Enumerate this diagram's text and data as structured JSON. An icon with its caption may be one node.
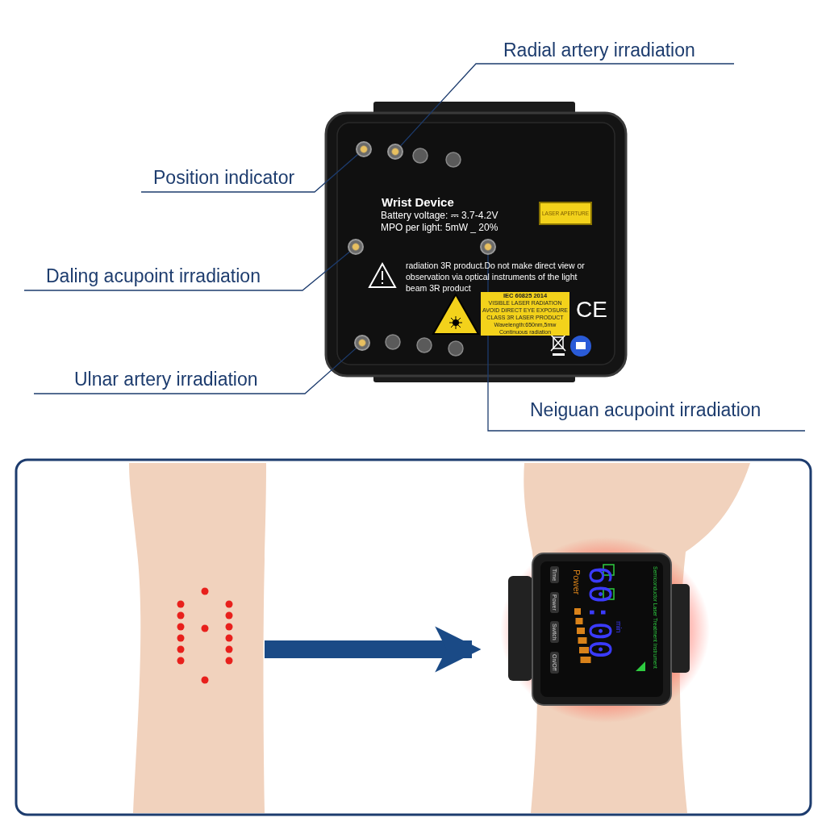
{
  "diagram": {
    "nodes": [
      {
        "text": [
          "Radial artery irradiation"
        ]
      },
      {
        "text": [
          "Position indicator"
        ]
      },
      {
        "text": [
          "Daling acupoint irradiation"
        ]
      },
      {
        "text": [
          "Ulnar artery irradiation"
        ]
      },
      {
        "text": [
          "Neiguan acupoint irradiation"
        ]
      },
      {
        "text": [],
        "shape": "circle"
      },
      {
        "text": [],
        "shape": "circle"
      },
      {
        "text": [],
        "shape": "circle"
      },
      {
        "text": [],
        "shape": "circle"
      },
      {
        "text": [],
        "shape": "circle"
      },
      {
        "text": [],
        "shape": "picture"
      },
      {
        "text": [],
        "shape": "picture"
      }
    ],
    "edges": [
      {
        "from": 0,
        "to": 5,
        "arrow": "none"
      },
      {
        "from": 1,
        "to": 6,
        "arrow": "none"
      },
      {
        "from": 2,
        "to": 7,
        "arrow": "none"
      },
      {
        "from": 3,
        "to": 8,
        "arrow": "none"
      },
      {
        "from": 4,
        "to": 9,
        "arrow": "none"
      },
      {
        "from": 10,
        "to": 11,
        "arrow": "to",
        "style": "thick"
      }
    ],
    "labels": [
      "Wrist Device",
      "Battery voltage: ⎓ 3.7-4.2V",
      "MPO per light: 5mW _ 20%",
      "LASER APERTURE",
      "radiation 3R product.Do not make direct view or observation via optical instruments of the light beam 3R product",
      "IEC 60825 2014",
      "VISIBLE LASER RADIATION",
      "AVOID DIRECT EYE EXPOSURE",
      "CLASS 3R LASER PRODUCT",
      "Wavelength:650nm,5mw",
      "Continuous radiation",
      "CE",
      "Time",
      "Power",
      "Switch",
      "On/Off",
      "Power",
      "60:00",
      "min",
      "Semiconductor Laser Treatment Instrument"
    ]
  }
}
